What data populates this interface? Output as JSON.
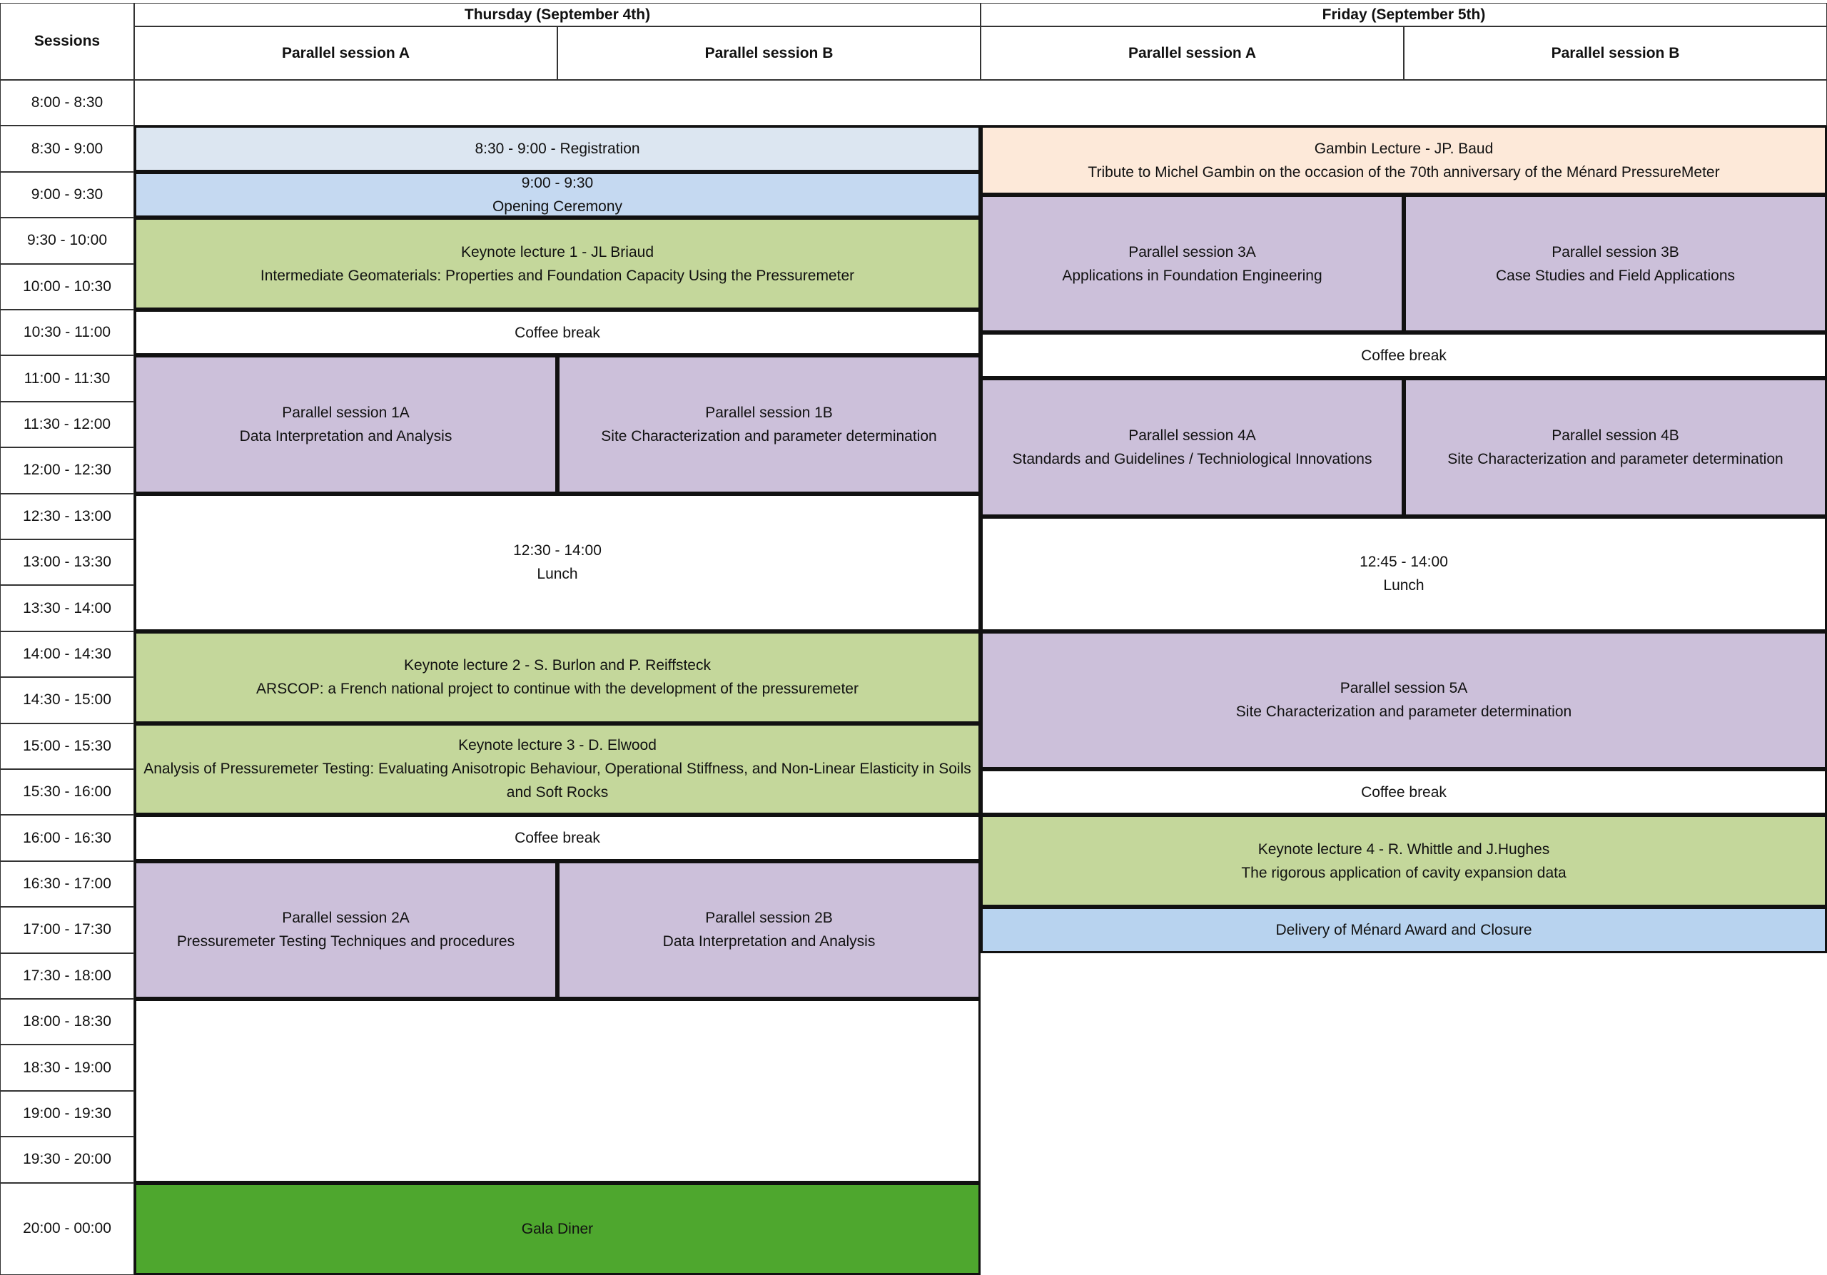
{
  "header": {
    "sessions_label": "Sessions",
    "days": [
      {
        "title": "Thursday (September 4th)",
        "col_a": "Parallel session A",
        "col_b": "Parallel session B"
      },
      {
        "title": "Friday (September 5th)",
        "col_a": "Parallel session A",
        "col_b": "Parallel session B"
      }
    ]
  },
  "time_slots": [
    "8:00 - 8:30",
    "8:30 - 9:00",
    "9:00 - 9:30",
    "9:30 - 10:00",
    "10:00 - 10:30",
    "10:30 - 11:00",
    "11:00 - 11:30",
    "11:30 - 12:00",
    "12:00 - 12:30",
    "12:30 - 13:00",
    "13:00 - 13:30",
    "13:30 - 14:00",
    "14:00 - 14:30",
    "14:30 - 15:00",
    "15:00 - 15:30",
    "15:30 - 16:00",
    "16:00 - 16:30",
    "16:30 - 17:00",
    "17:00 - 17:30",
    "17:30 - 18:00",
    "18:00 - 18:30",
    "18:30 - 19:00",
    "19:00 - 19:30",
    "19:30 - 20:00",
    "20:00 - 00:00"
  ],
  "colors": {
    "registration": "#dce6f1",
    "opening": "#c5d9f1",
    "keynote": "#c4d79b",
    "parallel": "#ccc0da",
    "gambin": "#fde9d9",
    "closure": "#b8d3ef",
    "gala": "#4ea72e",
    "white": "#ffffff"
  },
  "thursday_blocks": [
    {
      "id": "registration",
      "lines": [
        "8:30 - 9:00 - Registration"
      ],
      "color": "registration"
    },
    {
      "id": "opening",
      "lines": [
        "9:00 - 9:30",
        "Opening Ceremony"
      ],
      "color": "opening"
    },
    {
      "id": "keynote-1",
      "lines": [
        "Keynote lecture  1 - JL Briaud",
        "Intermediate Geomaterials: Properties and Foundation Capacity Using the Pressuremeter"
      ],
      "color": "keynote"
    },
    {
      "id": "coffee-1",
      "lines": [
        "Coffee break"
      ],
      "color": "white"
    },
    {
      "id": "parallel-1a",
      "lines": [
        "Parallel session 1A",
        "Data Interpretation and Analysis"
      ],
      "color": "parallel"
    },
    {
      "id": "parallel-1b",
      "lines": [
        "Parallel session 1B",
        "Site Characterization and parameter determination"
      ],
      "color": "parallel"
    },
    {
      "id": "lunch",
      "lines": [
        "12:30 - 14:00",
        "Lunch"
      ],
      "color": "white"
    },
    {
      "id": "keynote-2",
      "lines": [
        "Keynote lecture 2 - S. Burlon and P. Reiffsteck",
        "ARSCOP: a French national project to continue with the development of the pressuremeter"
      ],
      "color": "keynote"
    },
    {
      "id": "keynote-3",
      "lines": [
        "Keynote lecture  3 - D. Elwood",
        "Analysis of Pressuremeter Testing: Evaluating Anisotropic Behaviour, Operational Stiffness, and Non-Linear Elasticity in Soils",
        "and Soft Rocks"
      ],
      "color": "keynote"
    },
    {
      "id": "coffee-2",
      "lines": [
        "Coffee break"
      ],
      "color": "white"
    },
    {
      "id": "parallel-2a",
      "lines": [
        "Parallel session 2A",
        "Pressuremeter Testing Techniques and procedures"
      ],
      "color": "parallel"
    },
    {
      "id": "parallel-2b",
      "lines": [
        "Parallel session 2B",
        "Data Interpretation and Analysis"
      ],
      "color": "parallel"
    },
    {
      "id": "evening",
      "lines": [],
      "color": "white"
    },
    {
      "id": "gala",
      "lines": [
        "Gala Diner"
      ],
      "color": "gala"
    }
  ],
  "friday_blocks": [
    {
      "id": "gambin",
      "lines": [
        "Gambin Lecture - JP. Baud",
        "Tribute to Michel Gambin on the occasion of the 70th anniversary of the Ménard PressureMeter"
      ],
      "color": "gambin"
    },
    {
      "id": "parallel-3a",
      "lines": [
        "Parallel session 3A",
        "Applications in Foundation Engineering"
      ],
      "color": "parallel"
    },
    {
      "id": "parallel-3b",
      "lines": [
        "Parallel session 3B",
        "Case Studies and Field Applications"
      ],
      "color": "parallel"
    },
    {
      "id": "coffee-3",
      "lines": [
        "Coffee break"
      ],
      "color": "white"
    },
    {
      "id": "parallel-4a",
      "lines": [
        "Parallel session 4A",
        "Standards and Guidelines / Techniological Innovations"
      ],
      "color": "parallel"
    },
    {
      "id": "parallel-4b",
      "lines": [
        "Parallel session 4B",
        "Site Characterization and parameter determination"
      ],
      "color": "parallel"
    },
    {
      "id": "lunch-2",
      "lines": [
        "12:45 - 14:00",
        "Lunch"
      ],
      "color": "white"
    },
    {
      "id": "parallel-5a",
      "lines": [
        "Parallel session 5A",
        "Site Characterization and parameter determination"
      ],
      "color": "parallel"
    },
    {
      "id": "coffee-4",
      "lines": [
        "Coffee break"
      ],
      "color": "white"
    },
    {
      "id": "keynote-4",
      "lines": [
        "Keynote lecture  4 - R. Whittle and J.Hughes",
        "The rigorous application of cavity expansion data"
      ],
      "color": "keynote"
    },
    {
      "id": "closure",
      "lines": [
        "Delivery of Ménard Award and Closure"
      ],
      "color": "closure"
    }
  ]
}
